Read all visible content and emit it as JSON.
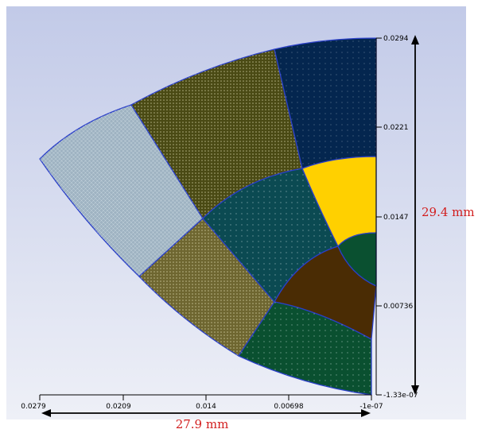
{
  "x_axis": {
    "ticks": [
      "0.0279",
      "0.0209",
      "0.014",
      "0.00698",
      "-1e-07"
    ]
  },
  "y_axis": {
    "ticks": [
      "0.0294",
      "0.0221",
      "0.0147",
      "0.00736",
      "-1.33e-07"
    ]
  },
  "dimensions": {
    "width_label": "27.9 mm",
    "height_label": "29.4 mm"
  },
  "colors": {
    "background_top": "#c2cae8",
    "background_bottom": "#eef0f7",
    "region_light_mesh": "#9fb3c2",
    "region_olive_outer": "#4a4a14",
    "region_olive_middle": "#4e5018",
    "region_navy": "#04264f",
    "region_teal": "#0b4a52",
    "region_tan": "#6e6630",
    "region_yellow": "#ffd000",
    "region_brown": "#4a2c04",
    "region_dark_green": "#0a5030",
    "edge_blue": "#2a3fc8",
    "dimension_red": "#d21e1e"
  }
}
